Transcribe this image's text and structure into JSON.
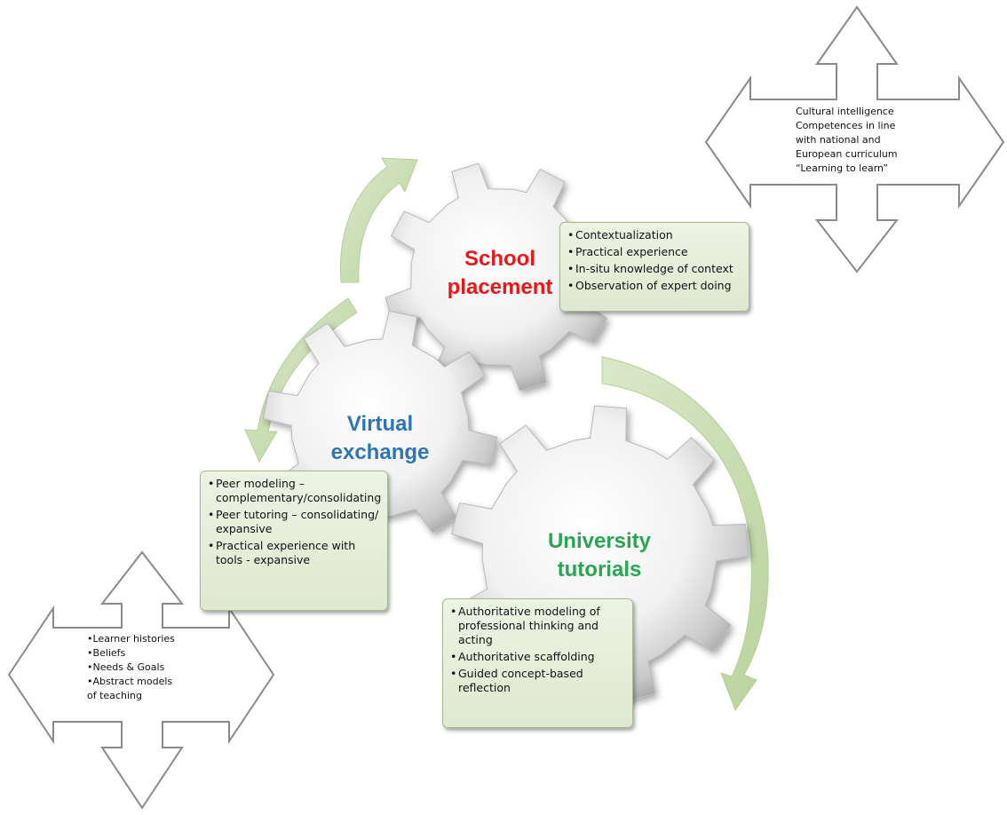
{
  "gears": {
    "school": {
      "label_line1": "School",
      "label_line2": "placement",
      "color": "#e8171b"
    },
    "virtual": {
      "label_line1": "Virtual",
      "label_line2": "exchange",
      "color": "#2e75b6"
    },
    "university": {
      "label_line1": "University",
      "label_line2": "tutorials",
      "color": "#2aa553"
    }
  },
  "boxes": {
    "school": {
      "items": [
        "Contextualization",
        "Practical experience",
        "In-situ knowledge of context",
        "Observation of expert doing"
      ]
    },
    "virtual": {
      "items": [
        "Peer modeling – complementary/consolidating",
        "Peer tutoring – consolidating/ expansive",
        "Practical experience with tools - expansive"
      ]
    },
    "university": {
      "items": [
        "Authoritative modeling of professional thinking and acting",
        "Authoritative scaffolding",
        "Guided concept-based reflection"
      ]
    }
  },
  "arrows": {
    "top_right": {
      "lines": [
        "Cultural intelligence",
        "Competences in line",
        "with national  and",
        "European curriculum",
        "“Learning to learn”"
      ]
    },
    "bottom_left": {
      "lines": [
        "•Learner histories",
        "•Beliefs",
        "•Needs & Goals",
        "•Abstract models",
        "of teaching"
      ]
    }
  },
  "colors": {
    "cycle_arrow": "#c3d9a8",
    "box_fill": "#e4ecd6",
    "arrow_outline": "#8a8a8a"
  }
}
